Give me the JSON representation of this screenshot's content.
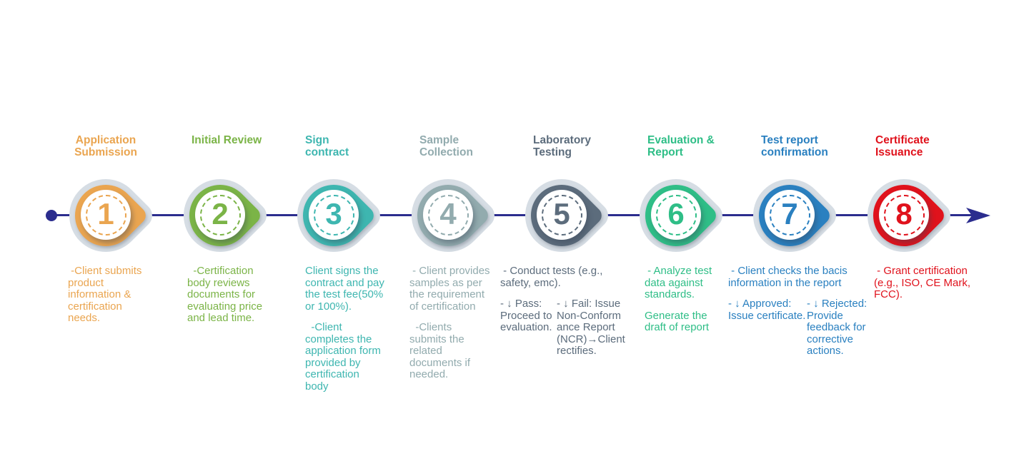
{
  "timeline": {
    "color": "#2B2D8E",
    "ring_color": "#D6DDE4",
    "start_marker": "dot",
    "end_marker": "right-arrow"
  },
  "steps": [
    {
      "number": "1",
      "title": "Application\nSubmission",
      "color": "#EAA550",
      "paragraphs": [
        " -Client submits\nproduct\ninformation &\ncertification\nneeds."
      ]
    },
    {
      "number": "2",
      "title": "Initial Review",
      "color": "#7BB447",
      "paragraphs": [
        "  -Certification\nbody reviews\ndocuments for\nevaluating price\nand lead time."
      ]
    },
    {
      "number": "3",
      "title": "Sign\ncontract",
      "color": "#3EB6B0",
      "paragraphs": [
        "Client signs the\ncontract and pay\nthe test fee(50%\nor 100%).",
        "  -Client\ncompletes the\napplication form\nprovided by\ncertification\nbody"
      ]
    },
    {
      "number": "4",
      "title": "Sample\nCollection",
      "color": "#92ABAE",
      "paragraphs": [
        " - Client provides\nsamples as per\nthe requirement\nof certification",
        "  -Clients\nsubmits the\nrelated\ndocuments if\nneeded."
      ]
    },
    {
      "number": "5",
      "title": "Laboratory\nTesting",
      "color": "#5C6C7C",
      "paragraphs": [
        " - Conduct tests (e.g.,\nsafety, emc)."
      ],
      "branches": [
        "- ↓ Pass:\nProceed to\nevaluation.",
        "- ↓ Fail: Issue\nNon-Conform\nance Report\n(NCR)→Client\nrectifies."
      ]
    },
    {
      "number": "6",
      "title": "Evaluation &\nReport",
      "color": "#2FBE87",
      "paragraphs": [
        " - Analyze test\ndata against\nstandards.",
        "Generate the\ndraft of report"
      ]
    },
    {
      "number": "7",
      "title": "Test report\nconfirmation",
      "color": "#2A80C0",
      "paragraphs": [
        " - Client checks the bacis\ninformation in the report"
      ],
      "branches": [
        "- ↓ Approved:\nIssue certificate.",
        "- ↓ Rejected:\nProvide\nfeedback for\ncorrective\nactions."
      ]
    },
    {
      "number": "8",
      "title": "Certificate\nIssuance",
      "color": "#E0121C",
      "paragraphs": [
        " - Grant certification\n(e.g., ISO, CE Mark,\nFCC)."
      ]
    }
  ]
}
